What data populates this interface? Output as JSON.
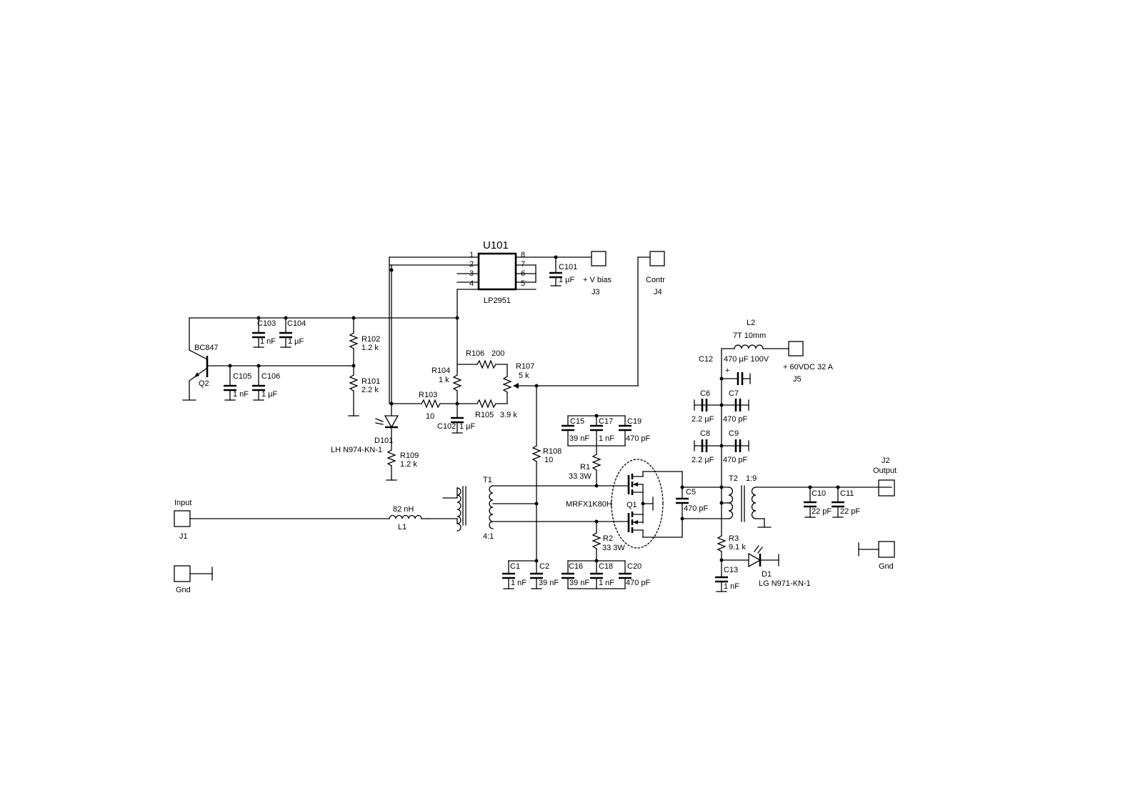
{
  "ic": {
    "ref": "U101",
    "part": "LP2951",
    "pins": [
      "1",
      "2",
      "3",
      "4",
      "5",
      "6",
      "7",
      "8"
    ]
  },
  "connectors": {
    "j3": {
      "label": "+ V bias",
      "ref": "J3"
    },
    "j4": {
      "label": "Contr",
      "ref": "J4"
    },
    "j5": {
      "label": "+ 60VDC 32 A",
      "ref": "J5"
    },
    "j1": {
      "label": "Input",
      "ref": "J1"
    },
    "j2": {
      "label": "Output",
      "ref": "J2"
    },
    "gnd_left": {
      "label": "Gnd"
    },
    "gnd_right": {
      "label": "Gnd"
    }
  },
  "capacitors": {
    "c101": {
      "ref": "C101",
      "value": "1 µF"
    },
    "c103": {
      "ref": "C103",
      "value": "1 nF"
    },
    "c104": {
      "ref": "C104",
      "value": "1 µF"
    },
    "c105": {
      "ref": "C105",
      "value": "1  nF"
    },
    "c106": {
      "ref": "C106",
      "value": "1 µF"
    },
    "c102": {
      "ref": "C102",
      "value": "1 µF"
    },
    "c12": {
      "ref": "C12",
      "value": "470 µF 100V"
    },
    "c6": {
      "ref": "C6",
      "value": "2.2 µF"
    },
    "c7": {
      "ref": "C7",
      "value": "470 pF"
    },
    "c8": {
      "ref": "C8",
      "value": "2.2 µF"
    },
    "c9": {
      "ref": "C9",
      "value": "470 pF"
    },
    "c15": {
      "ref": "C15",
      "value": "39 nF"
    },
    "c17": {
      "ref": "C17",
      "value": "1 nF"
    },
    "c19": {
      "ref": "C19",
      "value": "470 pF"
    },
    "c5": {
      "ref": "C5",
      "value": "470 pF"
    },
    "c10": {
      "ref": "C10",
      "value": "22 pF"
    },
    "c11": {
      "ref": "C11",
      "value": "22 pF"
    },
    "c1": {
      "ref": "C1",
      "value": "1 nF"
    },
    "c2": {
      "ref": "C2",
      "value": "39 nF"
    },
    "c16": {
      "ref": "C16",
      "value": "39 nF"
    },
    "c18": {
      "ref": "C18",
      "value": "1 nF"
    },
    "c20": {
      "ref": "C20",
      "value": "470 pF"
    },
    "c13": {
      "ref": "C13",
      "value": "1 nF"
    }
  },
  "resistors": {
    "r102": {
      "ref": "R102",
      "value": "1.2 k"
    },
    "r101": {
      "ref": "R101",
      "value": "2.2 k"
    },
    "r106": {
      "ref": "R106",
      "value": "200"
    },
    "r107": {
      "ref": "R107",
      "value": "5 k"
    },
    "r104": {
      "ref": "R104",
      "value": "1 k"
    },
    "r103": {
      "ref": "R103",
      "value": "10"
    },
    "r105": {
      "ref": "R105",
      "value": "3.9 k"
    },
    "r109": {
      "ref": "R109",
      "value": "1.2 k"
    },
    "r108": {
      "ref": "R108",
      "value": "10"
    },
    "r1": {
      "ref": "R1",
      "value": "33 3W"
    },
    "r2": {
      "ref": "R2",
      "value": "33 3W"
    },
    "r3": {
      "ref": "R3",
      "value": "9.1 k"
    }
  },
  "semis": {
    "q2": {
      "ref": "Q2",
      "part": "BC847"
    },
    "d101": {
      "ref": "D101",
      "part": "LH N974-KN-1"
    },
    "d1": {
      "ref": "D1",
      "part": "LG N971-KN-1"
    },
    "q1": {
      "ref": "Q1",
      "part": "MRFX1K80H"
    }
  },
  "magnetics": {
    "l2": {
      "ref": "L2",
      "value": "7T 10mm"
    },
    "l1": {
      "ref": "L1",
      "value": "82 nH"
    },
    "t1": {
      "ref": "T1",
      "ratio": "4:1"
    },
    "t2": {
      "ref": "T2",
      "ratio": "1:9"
    }
  },
  "polarity_mark": "+"
}
